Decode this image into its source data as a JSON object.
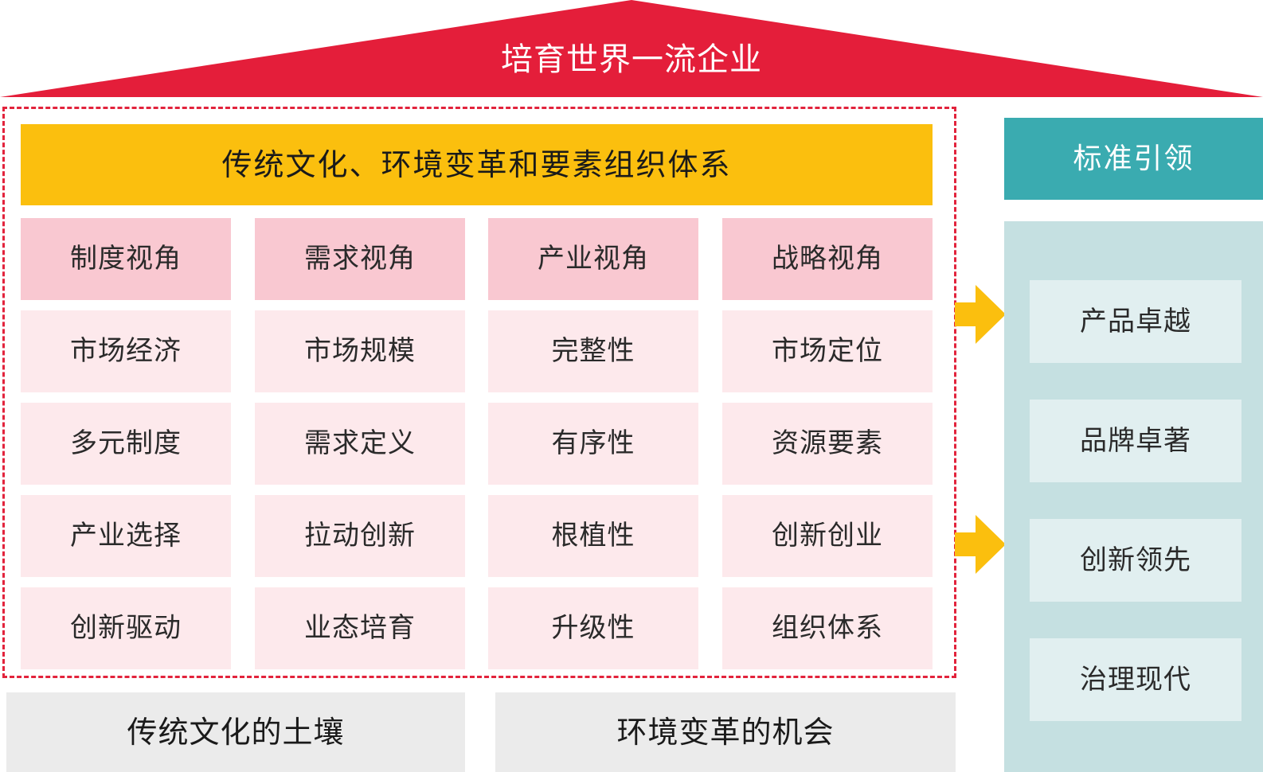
{
  "roof": {
    "title": "培育世界一流企业",
    "color": "#e41e3a"
  },
  "banner": {
    "title": "传统文化、环境变革和要素组织体系",
    "color": "#fbbf0e"
  },
  "columns": [
    {
      "header": "制度视角",
      "items": [
        "市场经济",
        "多元制度",
        "产业选择",
        "创新驱动"
      ]
    },
    {
      "header": "需求视角",
      "items": [
        "市场规模",
        "需求定义",
        "拉动创新",
        "业态培育"
      ]
    },
    {
      "header": "产业视角",
      "items": [
        "完整性",
        "有序性",
        "根植性",
        "升级性"
      ]
    },
    {
      "header": "战略视角",
      "items": [
        "市场定位",
        "资源要素",
        "创新创业",
        "组织体系"
      ]
    }
  ],
  "foundation": {
    "left": "传统文化的土壤",
    "right": "环境变革的机会"
  },
  "side": {
    "header": "标准引领",
    "items": [
      "产品卓越",
      "品牌卓著",
      "创新领先",
      "治理现代"
    ]
  },
  "colors": {
    "header_cell": "#f9c8d1",
    "body_cell": "#fde9ec",
    "side_header": "#3aabb0",
    "side_panel": "#c5e0e1",
    "side_item": "#e1eff0",
    "arrow": "#fbbf0e",
    "dashed_border": "#e2233c"
  }
}
